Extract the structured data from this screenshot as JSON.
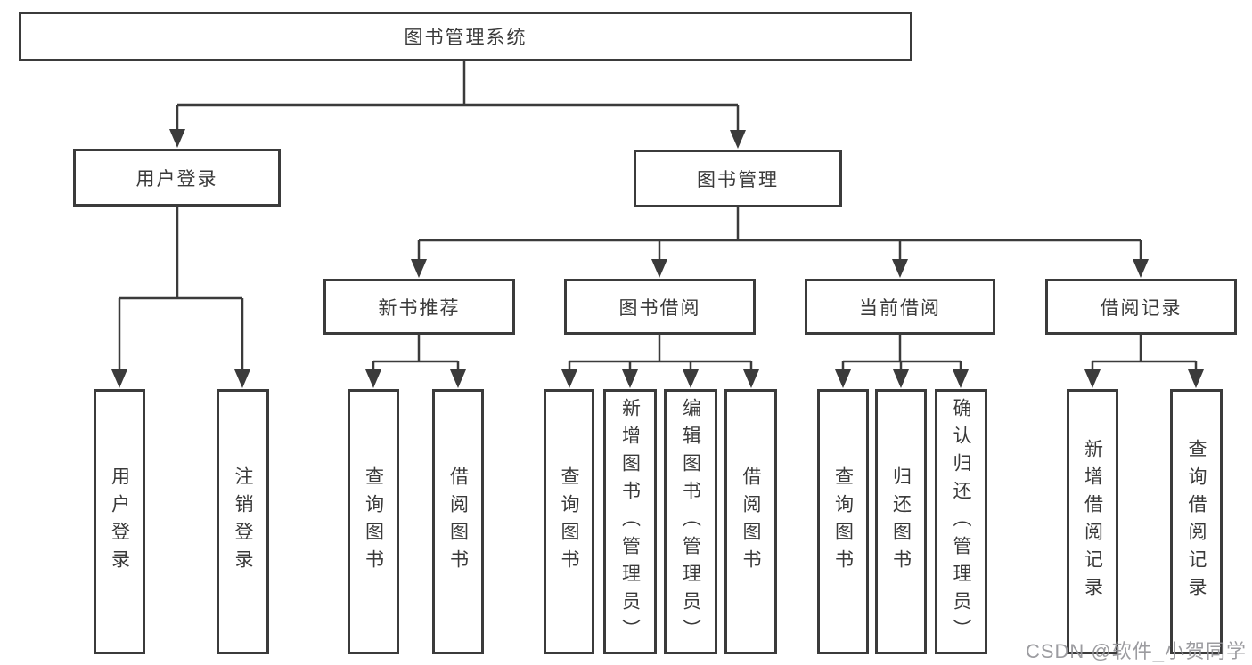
{
  "diagram": {
    "root": {
      "label": "图书管理系统",
      "children": [
        {
          "label": "用户登录",
          "children": [
            {
              "label": "用户登录"
            },
            {
              "label": "注销登录"
            }
          ]
        },
        {
          "label": "图书管理",
          "children": [
            {
              "label": "新书推荐",
              "children": [
                {
                  "label": "查询图书"
                },
                {
                  "label": "借阅图书"
                }
              ]
            },
            {
              "label": "图书借阅",
              "children": [
                {
                  "label": "查询图书"
                },
                {
                  "label": "新增图书（管理员）"
                },
                {
                  "label": "编辑图书（管理员）"
                },
                {
                  "label": "借阅图书"
                }
              ]
            },
            {
              "label": "当前借阅",
              "children": [
                {
                  "label": "查询图书"
                },
                {
                  "label": "归还图书"
                },
                {
                  "label": "确认归还（管理员）"
                }
              ]
            },
            {
              "label": "借阅记录",
              "children": [
                {
                  "label": "新增借阅记录"
                },
                {
                  "label": "查询借阅记录"
                }
              ]
            }
          ]
        }
      ]
    },
    "colors": {
      "line": "#3b3b3b",
      "text": "#3a3a3a",
      "box_background": "#ffffff",
      "watermark": "#949498"
    }
  },
  "watermark": {
    "text": "CSDN @软件_小贺同学"
  }
}
